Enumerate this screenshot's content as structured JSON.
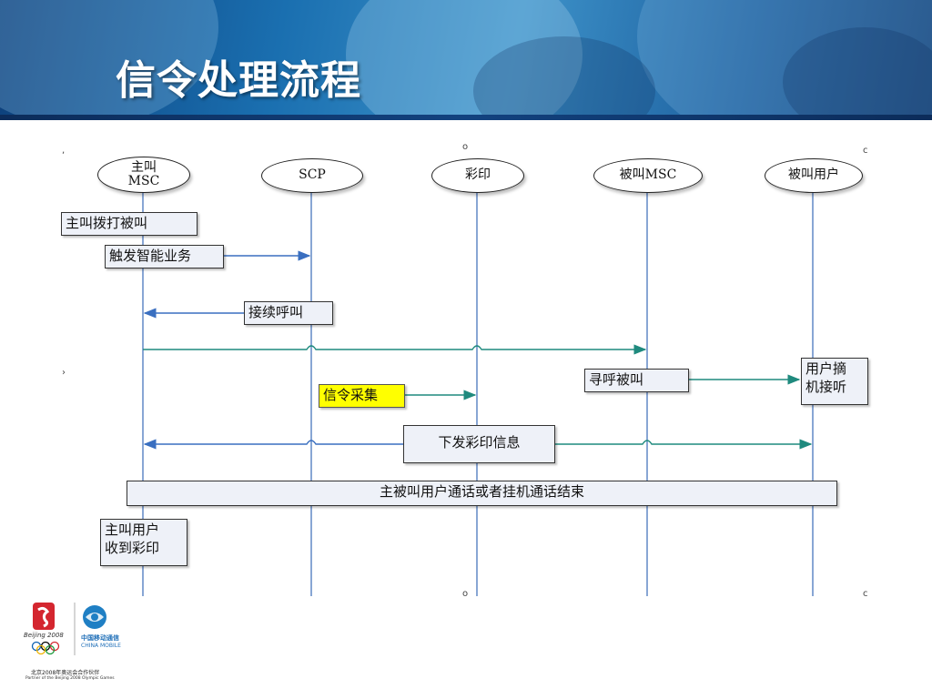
{
  "slide": {
    "title": "信令处理流程"
  },
  "lifelines": [
    {
      "id": "caller-msc",
      "label": "主叫\nMSC"
    },
    {
      "id": "scp",
      "label": "SCP"
    },
    {
      "id": "caiyin",
      "label": "彩印"
    },
    {
      "id": "callee-msc",
      "label": "被叫MSC"
    },
    {
      "id": "callee-user",
      "label": "被叫用户"
    }
  ],
  "steps": {
    "dial": "主叫拨打被叫",
    "trigger": "触发智能业务",
    "continue_call": "接续呼叫",
    "page_callee": "寻呼被叫",
    "answer": "用户摘\n机接听",
    "signal_collect": "信令采集",
    "send_caiyin": "下发彩印信息",
    "call_end": "主被叫用户通话或者挂机通话结束",
    "caller_receive": "主叫用户\n收到彩印"
  },
  "colors": {
    "lifeline": "#6b8fc9",
    "arrow_blue": "#3a6fc0",
    "arrow_teal": "#1f8a7e",
    "highlight": "#ffff00"
  },
  "footer": {
    "beijing_logo": "Beijing 2008",
    "cm_logo_cn": "中国移动通信",
    "cm_logo_en": "CHINA MOBILE",
    "partner_cn": "北京2008年奥运会合作伙伴",
    "partner_en": "Partner of the Beijing 2008 Olympic Games"
  }
}
